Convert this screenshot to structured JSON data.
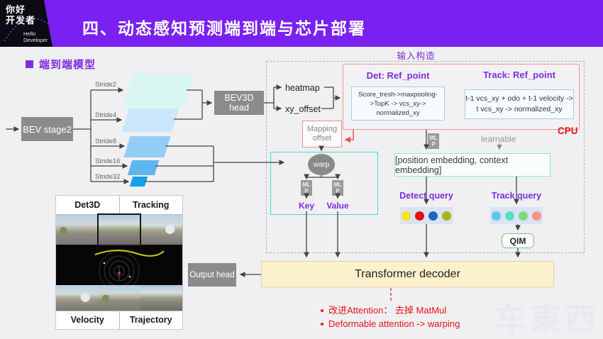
{
  "header": {
    "logo": {
      "zh": "你好\n开发者",
      "en": "Hello\nDeveloper"
    },
    "title": "四、动态感知预测端到端与芯片部署"
  },
  "section_title": "端到端模型",
  "pipeline": {
    "input_box": "BEV stage2",
    "strides": [
      {
        "label": "Stride2",
        "color": "#D9F6F3"
      },
      {
        "label": "Stride4",
        "color": "#C9E6FA"
      },
      {
        "label": "Stride8",
        "color": "#93CDF5"
      },
      {
        "label": "Stride16",
        "color": "#5FB5EF"
      },
      {
        "label": "Stride32",
        "color": "#149FE8"
      }
    ],
    "head_box": "BEV3D head",
    "out_heatmap": "heatmap",
    "out_xy_offset": "xy_offset"
  },
  "construction": {
    "title": "输入构造",
    "cpu": "CPU",
    "det": {
      "title": "Det: Ref_point",
      "detail": "Score_tresh->maxpooling-\n>TopK -> vcs_xy->\nnormalized_xy"
    },
    "track": {
      "title": "Track: Ref_point",
      "detail": "t-1 vcs_xy + odo + t-1 velocity ->\nt vcs_xy -> normalized_xy"
    },
    "mapping_offset": "Mapping offset",
    "warp": "warp",
    "mlp": "MLP",
    "key": "Key",
    "value": "Value",
    "learnable": "learnable",
    "embedding": "[position embedding, context embedding]",
    "detect_query": {
      "label": "Detect query",
      "dots": [
        "#F2E713",
        "#E31111",
        "#1B67BE",
        "#A9B41C"
      ]
    },
    "track_query": {
      "label": "Track query",
      "dots": [
        "#63C3F2",
        "#55E2C4",
        "#7FD97F",
        "#F9927E"
      ]
    },
    "qim": "QIM"
  },
  "decoder": {
    "label": "Transformer decoder",
    "output_head": "Output head"
  },
  "notes": [
    {
      "text": "改进Attention： 去掉 MatMul"
    },
    {
      "text": "Deformable attention ->  warping"
    }
  ],
  "demo": {
    "top_left": "Det3D",
    "top_right": "Tracking",
    "bottom_left": "Velocity",
    "bottom_right": "Trajectory"
  },
  "watermark": "车東西",
  "colors": {
    "header_purple": "#7A20F2",
    "accent_purple": "#7B2FE0",
    "alert_red": "#E81414",
    "teal": "#3EDFC8"
  }
}
